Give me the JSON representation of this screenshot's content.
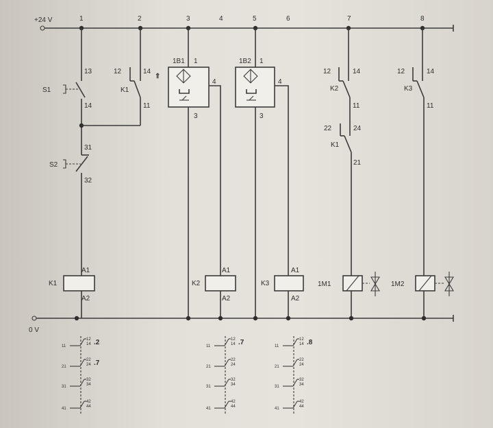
{
  "rails": {
    "top_label": "+24 V",
    "bottom_label": "0 V"
  },
  "column_numbers": [
    "1",
    "2",
    "3",
    "4",
    "5",
    "6",
    "7",
    "8"
  ],
  "s1": {
    "name": "S1",
    "t_top": "13",
    "t_bot": "14"
  },
  "k1_contact": {
    "name": "K1",
    "t12": "12",
    "t14": "14",
    "t11": "11"
  },
  "s2": {
    "name": "S2",
    "t_top": "31",
    "t_bot": "32"
  },
  "sensor1": {
    "name": "1B1",
    "p1": "1",
    "p3": "3",
    "p4": "4"
  },
  "sensor2": {
    "name": "1B2",
    "p1": "1",
    "p3": "3",
    "p4": "4"
  },
  "arrow_symbol": "⇑",
  "branch7": {
    "k2": {
      "name": "K2",
      "t12": "12",
      "t14": "14",
      "t11": "11"
    },
    "k1": {
      "name": "K1",
      "t22": "22",
      "t24": "24",
      "t21": "21"
    }
  },
  "branch8": {
    "k3": {
      "name": "K3",
      "t12": "12",
      "t14": "14",
      "t11": "11"
    }
  },
  "coils": [
    {
      "name": "K1",
      "a1": "A1",
      "a2": "A2"
    },
    {
      "name": "K2",
      "a1": "A1",
      "a2": "A2"
    },
    {
      "name": "K3",
      "a1": "A1",
      "a2": "A2"
    }
  ],
  "valves": [
    {
      "name": "1M1"
    },
    {
      "name": "1M2"
    }
  ],
  "contact_tables": [
    {
      "rows": [
        {
          "left": "11",
          "top": "12",
          "bottom": "14",
          "ref": ".2"
        },
        {
          "left": "21",
          "top": "22",
          "bottom": "24",
          "ref": ".7"
        },
        {
          "left": "31",
          "top": "32",
          "bottom": "34",
          "ref": ""
        },
        {
          "left": "41",
          "top": "42",
          "bottom": "44",
          "ref": ""
        }
      ]
    },
    {
      "rows": [
        {
          "left": "11",
          "top": "12",
          "bottom": "14",
          "ref": ".7"
        },
        {
          "left": "21",
          "top": "22",
          "bottom": "24",
          "ref": ""
        },
        {
          "left": "31",
          "top": "32",
          "bottom": "34",
          "ref": ""
        },
        {
          "left": "41",
          "top": "42",
          "bottom": "44",
          "ref": ""
        }
      ]
    },
    {
      "rows": [
        {
          "left": "11",
          "top": "12",
          "bottom": "14",
          "ref": ".8"
        },
        {
          "left": "21",
          "top": "22",
          "bottom": "24",
          "ref": ""
        },
        {
          "left": "31",
          "top": "32",
          "bottom": "34",
          "ref": ""
        },
        {
          "left": "41",
          "top": "42",
          "bottom": "44",
          "ref": ""
        }
      ]
    }
  ]
}
